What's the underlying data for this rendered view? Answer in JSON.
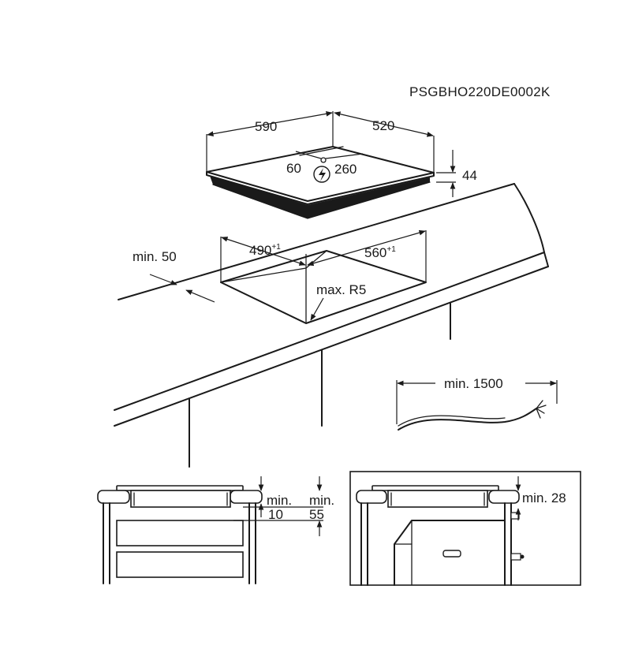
{
  "product_code": "PSGBHO220DE0002K",
  "hob": {
    "width": "590",
    "depth": "520",
    "height": "44",
    "cable_left": "60",
    "cable_right": "260"
  },
  "cutout": {
    "width": "490",
    "width_tol": "+1",
    "depth": "560",
    "depth_tol": "+1",
    "radius": "max. R5",
    "front_min": "min. 50"
  },
  "cable": {
    "length": "min. 1500"
  },
  "section_drawer": {
    "min_a_label": "min.",
    "min_a_value": "10",
    "min_b_label": "min.",
    "min_b_value": "55"
  },
  "section_oven": {
    "clearance": "min. 28"
  }
}
